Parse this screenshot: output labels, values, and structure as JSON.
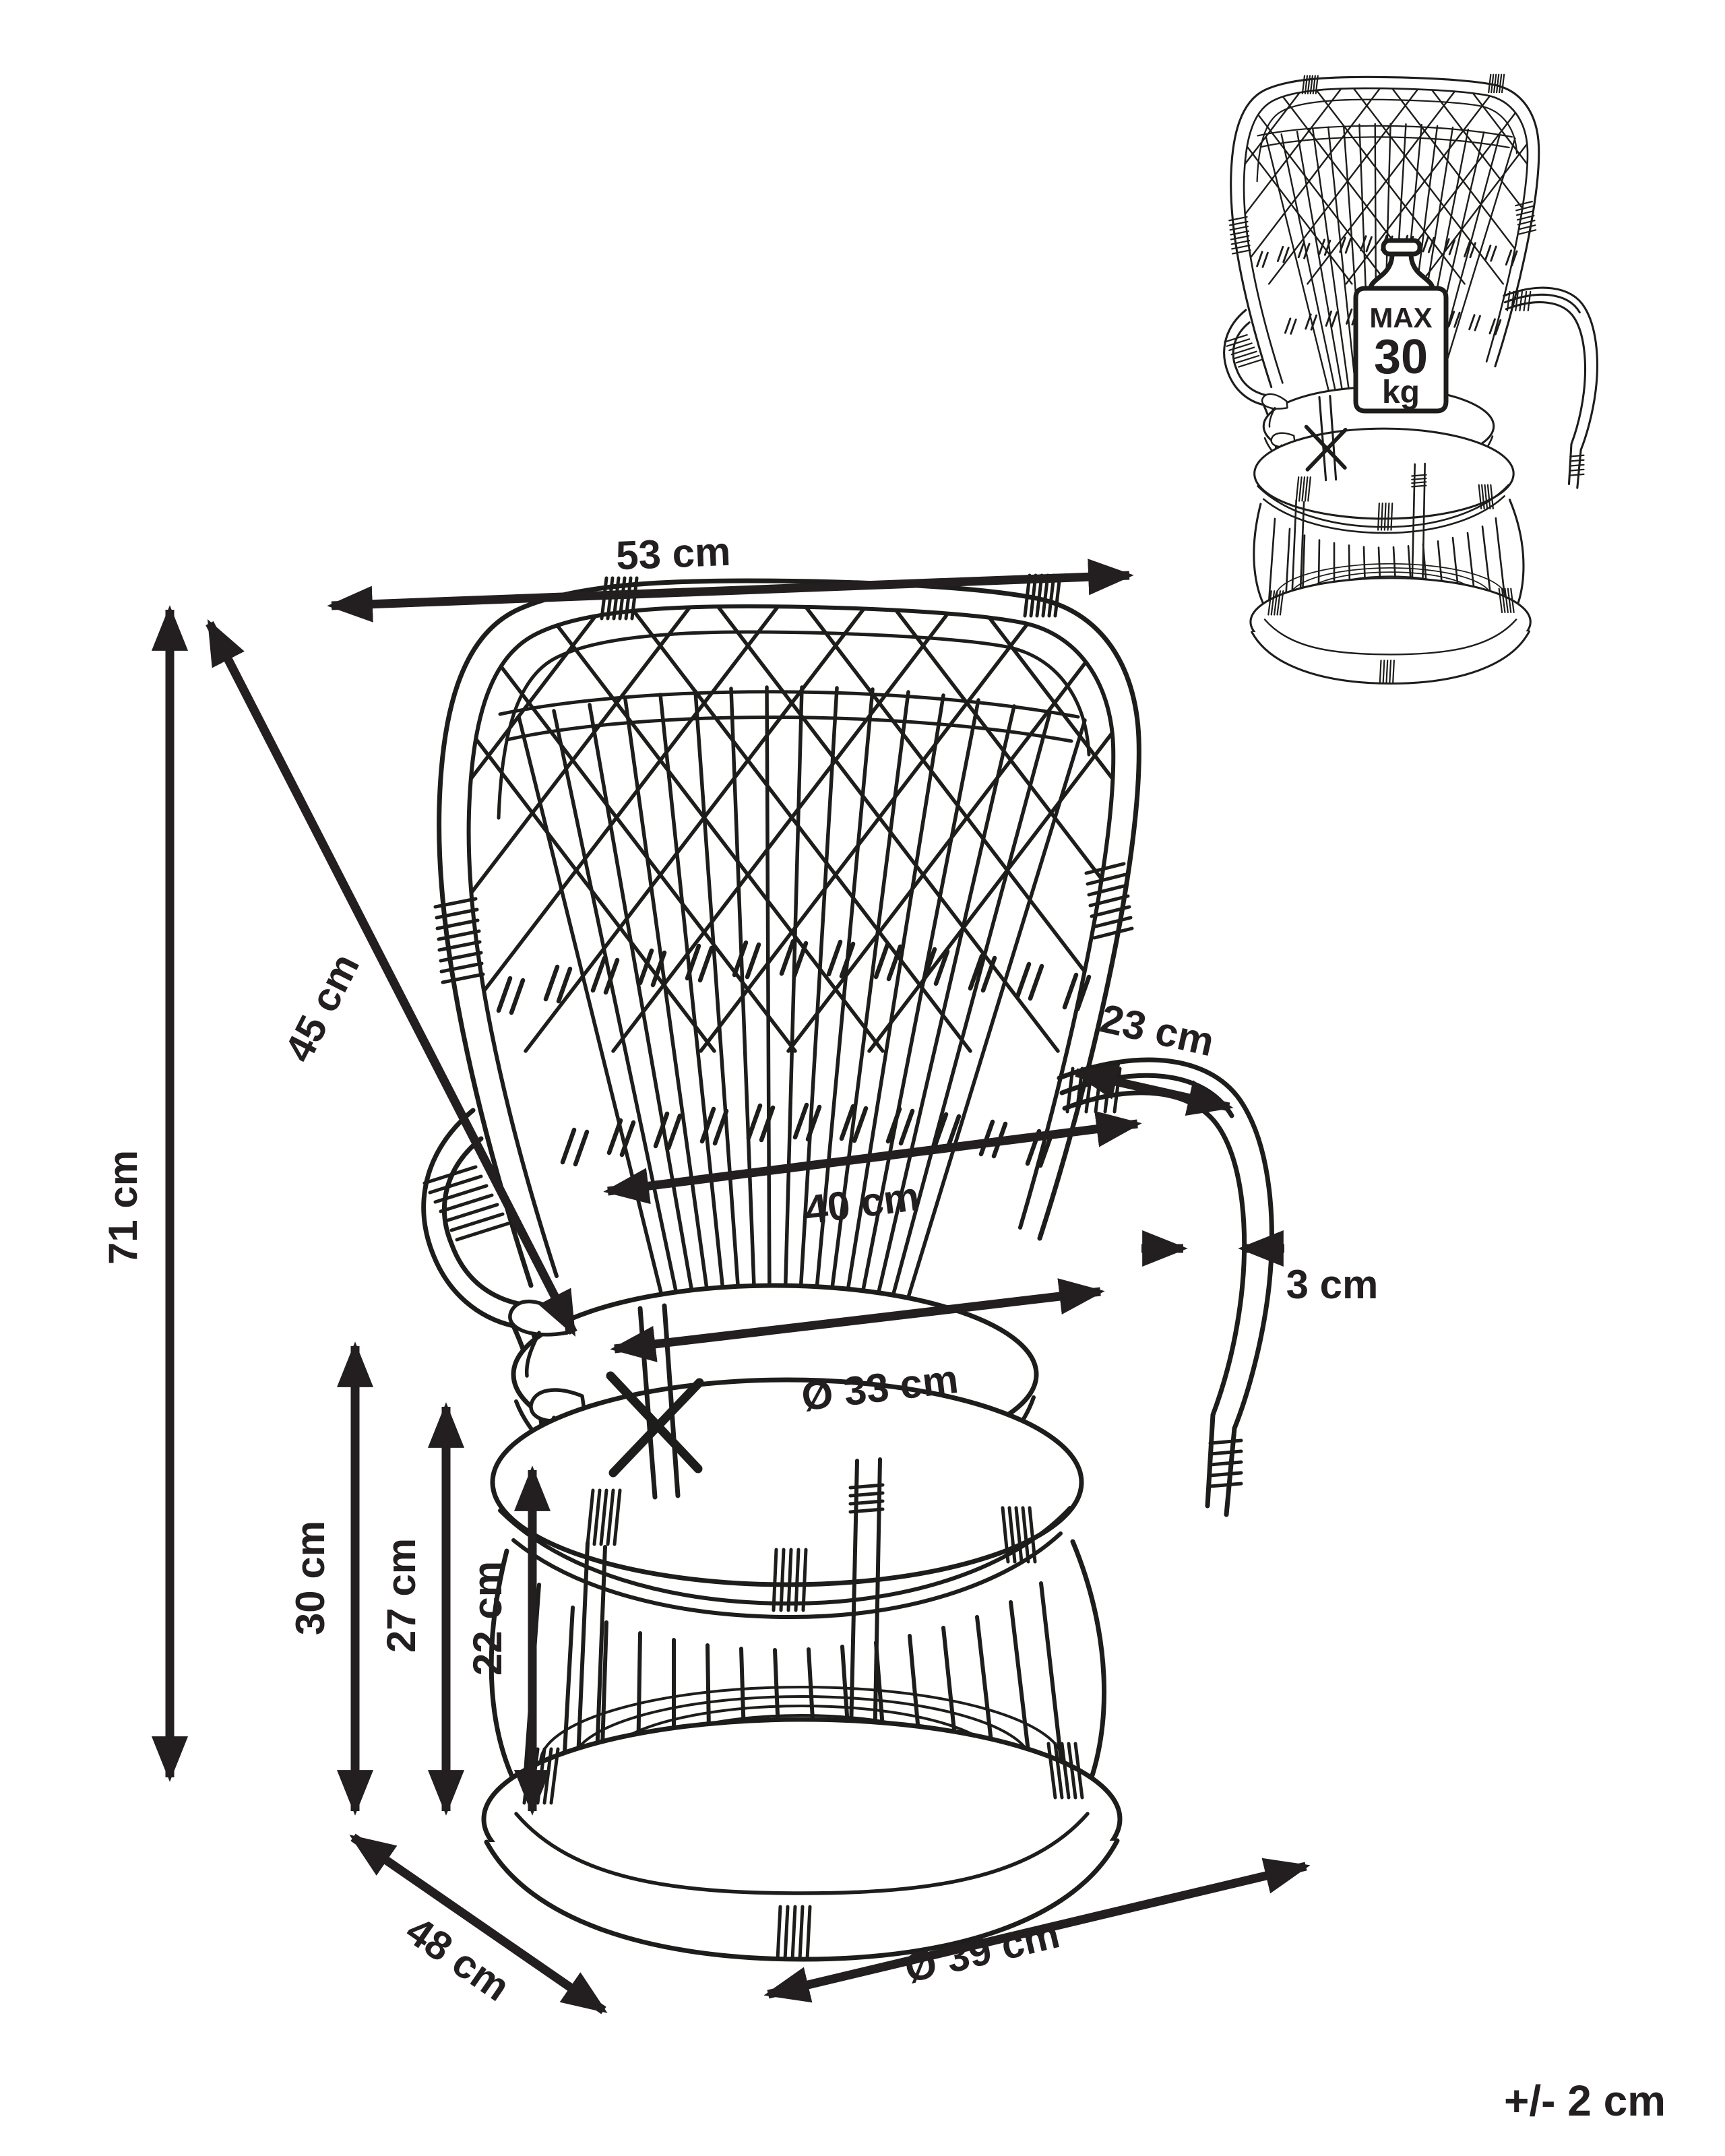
{
  "dimensions": {
    "back_width": "53 cm",
    "overall_height": "71 cm",
    "backrest_height": "45 cm",
    "armrest_length": "23 cm",
    "backrest_width": "40 cm",
    "armrest_thickness": "3 cm",
    "seat_cushion_diameter": "Ø 33 cm",
    "seat_height": "30 cm",
    "mid_height": "27 cm",
    "base_top_height": "22 cm",
    "seat_depth": "48 cm",
    "base_diameter": "Ø 39 cm"
  },
  "tolerance": "+/- 2 cm",
  "max_load_badge": {
    "label": "MAX",
    "value": "30",
    "unit": "kg"
  },
  "colors": {
    "ink": "#231f20",
    "chair_line": "#1d1d1b",
    "background": "#ffffff"
  }
}
